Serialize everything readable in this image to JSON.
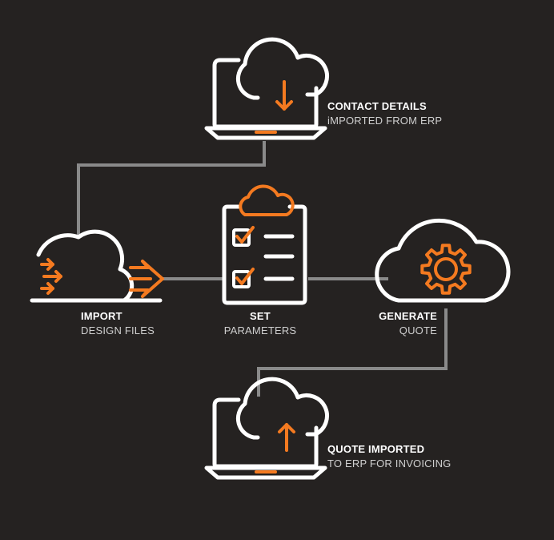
{
  "colors": {
    "background": "#252221",
    "accent": "#f47a20",
    "line": "#ffffff",
    "connector": "#8a8a8a",
    "subtext": "#cfcfcf"
  },
  "nodes": {
    "contact": {
      "title": "CONTACT DETAILS",
      "subtitle": "iMPORTED FROM ERP",
      "icon": "laptop-cloud-download-icon"
    },
    "import": {
      "title": "IMPORT",
      "subtitle": "DESIGN FILES",
      "icon": "cloud-arrows-in-icon"
    },
    "set": {
      "title": "SET",
      "subtitle": "PARAMETERS",
      "icon": "clipboard-checklist-cloud-icon"
    },
    "generate": {
      "title": "GENERATE",
      "subtitle": "QUOTE",
      "icon": "cloud-gear-icon"
    },
    "quote": {
      "title": "QUOTE IMPORTED",
      "subtitle": "TO ERP FOR INVOICING",
      "icon": "laptop-cloud-upload-icon"
    }
  }
}
